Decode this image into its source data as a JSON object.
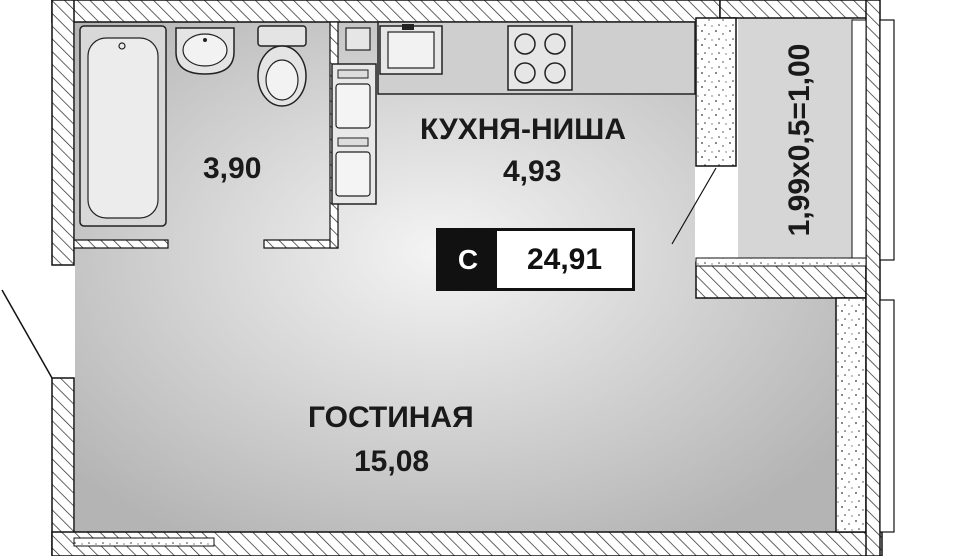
{
  "rooms": {
    "bathroom": {
      "area": "3,90"
    },
    "kitchen": {
      "name": "КУХНЯ-НИША",
      "area": "4,93"
    },
    "living": {
      "name": "ГОСТИНАЯ",
      "area": "15,08"
    },
    "balcony": {
      "area": "1,99x0,5=1,00"
    }
  },
  "apartment": {
    "type": "С",
    "total_area": "24,91"
  },
  "colors": {
    "wall_hatch": "#111111",
    "floor_light": "#f2f2f2",
    "floor_dark": "#b8b8b8",
    "badge": "#111111"
  }
}
